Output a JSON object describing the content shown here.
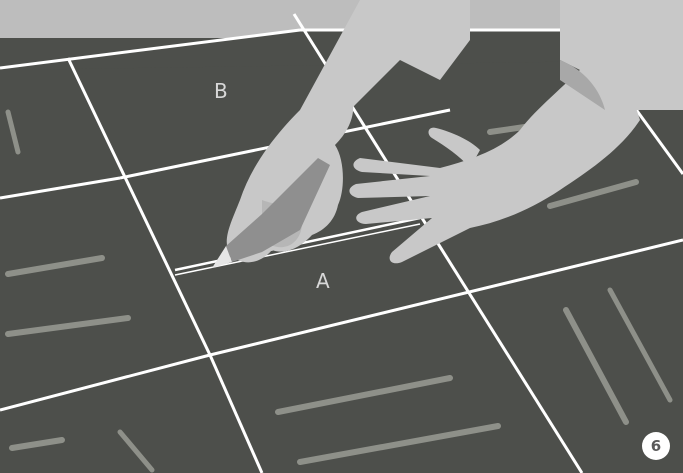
{
  "labels": {
    "tile_b": "B",
    "tile_a": "A",
    "step_marker": "6"
  },
  "colors": {
    "floor_tile": "#4d4f4b",
    "grout_line": "#ffffff",
    "tile_streak": "#8e9089",
    "wall": "#bdbdbd",
    "hand": "#c8c8c8",
    "hand_shadow": "#a8a8a8",
    "knife": "#8f8f8f"
  },
  "icons": {
    "step_marker": "circled-number-icon",
    "utility_knife": "utility-knife-icon"
  }
}
